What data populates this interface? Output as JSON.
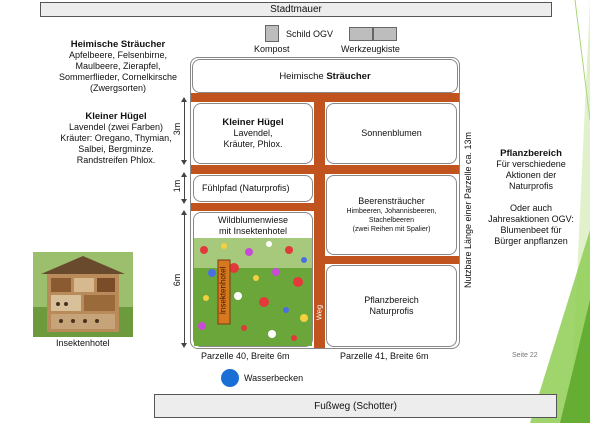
{
  "top_wall": "Stadtmauer",
  "bottom_path": "Fußweg (Schotter)",
  "schild": "Schild OGV",
  "kompost": "Kompost",
  "werkzeugkiste": "Werkzeugkiste",
  "left_note1": {
    "title": "Heimische Sträucher",
    "lines": [
      "Apfelbeere, Felsenbirne,",
      "Maulbeere, Zierapfel,",
      "Sommerflieder, Cornelkirsche",
      "(Zwergsorten)"
    ]
  },
  "left_note2": {
    "title": "Kleiner Hügel",
    "lines": [
      "Lavendel (zwei Farben)",
      "Kräuter: Oregano, Thymian,",
      "Salbei, Bergminze.",
      "Randstreifen Phlox."
    ]
  },
  "insektenhotel_caption": "Insektenhotel",
  "right_note": {
    "title": "Pflanzbereich",
    "lines": [
      "Für verschiedene",
      "Aktionen der",
      "Naturprofis",
      "",
      "Oder auch",
      "Jahresaktionen OGV:",
      "Blumenbeet für",
      "Bürger anpflanzen"
    ]
  },
  "beds": {
    "heimische_prefix": "Heimische ",
    "heimische_bold": "Sträucher",
    "huegel_title": "Kleiner Hügel",
    "huegel_lines": [
      "Lavendel,",
      "Kräuter, Phlox."
    ],
    "sonnenblumen": "Sonnenblumen",
    "fuehlpfad": "Fühlpfad (Naturprofis)",
    "beeren_title": "Beerensträucher",
    "beeren_lines": [
      "Himbeeren, Johannisbeeren,",
      "Stachelbeeren",
      "(zwei Reihen mit Spalier)"
    ],
    "wildblumen_lines": [
      "Wildblumenwiese",
      "mit Insektenhotel"
    ],
    "insektenhotel_vertical": "Insektenhotel",
    "pflanz_lines": [
      "Pflanzbereich",
      "Naturprofis"
    ],
    "weg": "Weg"
  },
  "dimensions": {
    "d1": "3m",
    "d2": "1m",
    "d3": "6m"
  },
  "length_label": "Nutzbare Länge einer Parzelle ca. 13m",
  "parzelle40": "Parzelle 40, Breite 6m",
  "parzelle41": "Parzelle 41, Breite 6m",
  "wasserbecken": "Wasserbecken",
  "slide_number": "Seite 22",
  "colors": {
    "path_brown": "#c0531e",
    "water": "#1a6fd6",
    "accent_green": "#7cc242"
  }
}
